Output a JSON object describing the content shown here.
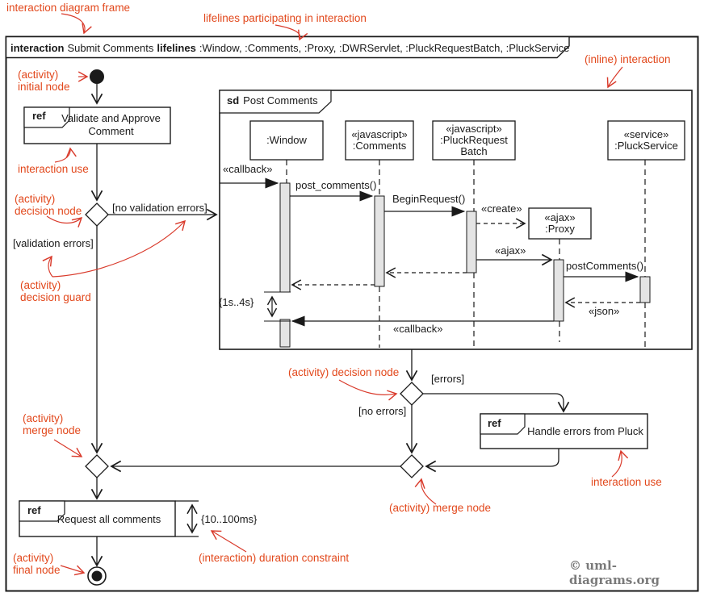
{
  "colors": {
    "line": "#1a1a1a",
    "annotation_text": "#e2481c",
    "annotation_arrow": "#d93a2b",
    "activation_fill": "#e4e4e4",
    "copyright_gray": "#7a7a7a"
  },
  "frame_header": {
    "keyword1": "interaction",
    "title": "Submit Comments",
    "keyword2": "lifelines",
    "lifelines": ":Window, :Comments, :Proxy, :DWRServlet, :PluckRequestBatch, :PluckService"
  },
  "annotations": {
    "frame": "interaction diagram frame",
    "lifelines": "lifelines participating in interaction",
    "inline_interaction": "(inline) interaction",
    "initial_node": "(activity)\ninitial node",
    "interaction_use_validate": "interaction use",
    "decision_node_1": "(activity)\ndecision node",
    "decision_guard": "(activity)\ndecision guard",
    "decision_node_2": "(activity) decision node",
    "merge_node_left": "(activity)\nmerge node",
    "merge_node_bottom": "(activity) merge node",
    "interaction_use_handle": "interaction use",
    "final_node": "(activity)\nfinal node",
    "duration_constraint": "(interaction) duration constraint"
  },
  "activity": {
    "ref_label": "ref",
    "validate": "Validate and Approve Comment",
    "handle_errors": "Handle errors from Pluck",
    "request_all": "Request all comments",
    "duration": "{10..100ms}",
    "guards": {
      "no_validation_errors": "[no validation errors]",
      "validation_errors": "[validation errors]",
      "errors": "[errors]",
      "no_errors": "[no errors]"
    }
  },
  "sd": {
    "keyword": "sd",
    "title": "Post Comments",
    "lifelines": [
      {
        "lines": [
          ":Window"
        ]
      },
      {
        "lines": [
          "«javascript»",
          ":Comments"
        ]
      },
      {
        "lines": [
          "«javascript»",
          ":PluckRequest",
          "Batch"
        ]
      },
      {
        "lines": [
          "«service»",
          ":PluckService"
        ]
      }
    ],
    "proxy": {
      "lines": [
        "«ajax»",
        ":Proxy"
      ]
    },
    "messages": {
      "callback_in": "«callback»",
      "post_comments": "post_comments()",
      "begin_request": "BeginRequest()",
      "create": "«create»",
      "ajax": "«ajax»",
      "post_comments_svc": "postComments()",
      "json": "«json»",
      "callback_out": "«callback»",
      "duration": "{1s..4s}"
    }
  },
  "footer": {
    "copyright": "© uml-diagrams.org"
  }
}
